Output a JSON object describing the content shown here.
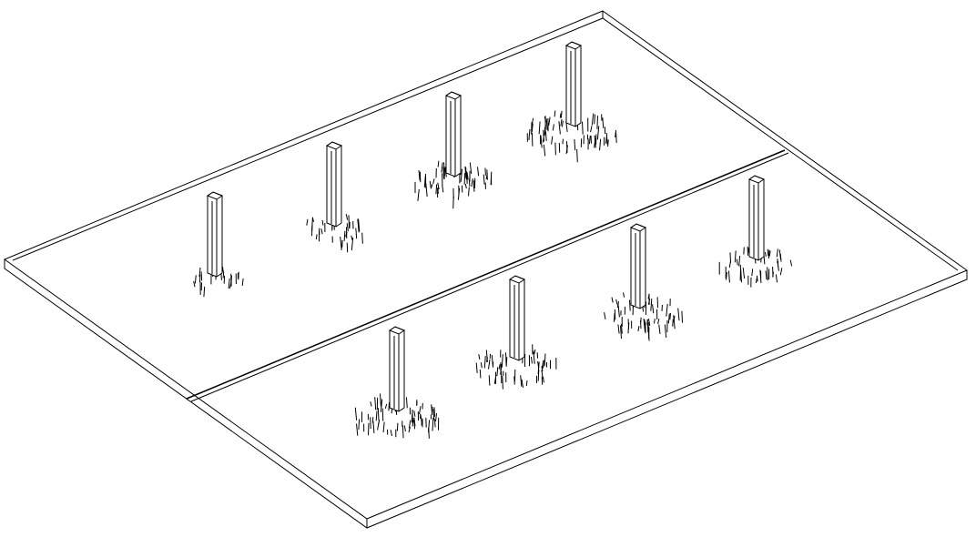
{
  "diagram": {
    "type": "isometric-wireframe",
    "line_color": "#000000",
    "background_color": "#ffffff",
    "rows": 2,
    "pillars_per_row": 4,
    "pillars": [
      {
        "row": "back",
        "index": 1,
        "hair_density": 12
      },
      {
        "row": "back",
        "index": 2,
        "hair_density": 18
      },
      {
        "row": "back",
        "index": 3,
        "hair_density": 30
      },
      {
        "row": "back",
        "index": 4,
        "hair_density": 34
      },
      {
        "row": "front",
        "index": 1,
        "hair_density": 34
      },
      {
        "row": "front",
        "index": 2,
        "hair_density": 28
      },
      {
        "row": "front",
        "index": 3,
        "hair_density": 30
      },
      {
        "row": "front",
        "index": 4,
        "hair_density": 22
      }
    ]
  }
}
